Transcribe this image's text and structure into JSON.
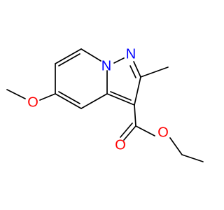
{
  "molecule": {
    "atoms": {
      "n_bridge": "N",
      "n_pyrazole": "N",
      "o_methoxy": "O",
      "o_carbonyl": "O",
      "o_ester": "O"
    },
    "colors": {
      "nitrogen": "#0000ff",
      "oxygen": "#ff0000",
      "bond": "#000000",
      "background": "#ffffff"
    }
  }
}
